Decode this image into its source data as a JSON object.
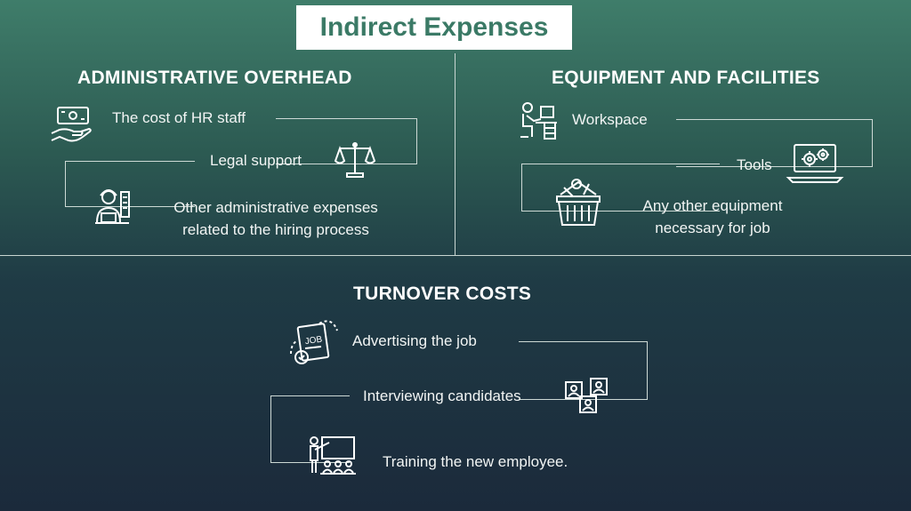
{
  "title": "Indirect Expenses",
  "sections": {
    "admin": {
      "heading": "ADMINISTRATIVE OVERHEAD",
      "items": [
        "The cost of HR staff",
        "Legal support",
        "Other administrative expenses",
        "related to the hiring process"
      ]
    },
    "equipment": {
      "heading": "EQUIPMENT AND FACILITIES",
      "items": [
        "Workspace",
        "Tools",
        "Any other equipment",
        "necessary for job"
      ]
    },
    "turnover": {
      "heading": "TURNOVER COSTS",
      "items": [
        "Advertising the job",
        "Interviewing candidates",
        "Training the new employee."
      ]
    }
  },
  "icons": {
    "hr_cost": "money-hand-icon",
    "legal": "scales-icon",
    "admin": "office-worker-icon",
    "workspace": "desk-worker-icon",
    "tools": "laptop-gears-icon",
    "equipment": "tool-basket-icon",
    "advertising": "job-document-icon",
    "interviewing": "candidates-icon",
    "training": "training-class-icon"
  },
  "job_icon_text": "JOB"
}
